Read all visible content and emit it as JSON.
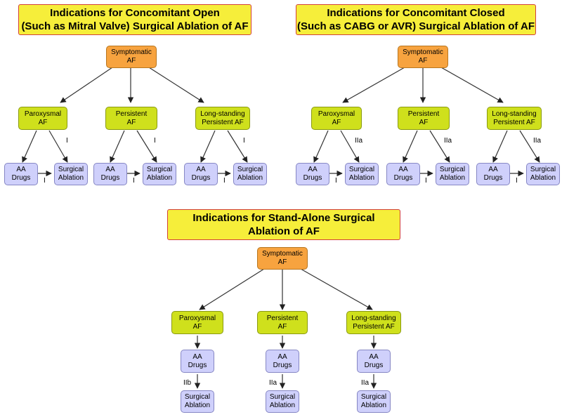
{
  "panels": [
    {
      "title": "Indications for Concomitant Open\n(Such as Mitral Valve) Surgical Ablation of AF",
      "root": "Symptomatic\nAF",
      "types": [
        "Paroxysmal\nAF",
        "Persistent\nAF",
        "Long-standing\nPersistent AF"
      ],
      "drugs": [
        "AA\nDrugs",
        "AA\nDrugs",
        "AA\nDrugs"
      ],
      "ablation": [
        "Surgical\nAblation",
        "Surgical\nAblation",
        "Surgical\nAblation"
      ],
      "direct_class": [
        "I",
        "I",
        "I"
      ],
      "after_drug_class": [
        "I",
        "I",
        "I"
      ]
    },
    {
      "title": "Indications for Concomitant Closed\n(Such as CABG or AVR) Surgical Ablation of AF",
      "root": "Symptomatic\nAF",
      "types": [
        "Paroxysmal\nAF",
        "Persistent\nAF",
        "Long-standing\nPersistent AF"
      ],
      "drugs": [
        "AA\nDrugs",
        "AA\nDrugs",
        "AA\nDrugs"
      ],
      "ablation": [
        "Surgical\nAblation",
        "Surgical\nAblation",
        "Surgical\nAblation"
      ],
      "direct_class": [
        "IIa",
        "IIa",
        "IIa"
      ],
      "after_drug_class": [
        "I",
        "I",
        "I"
      ]
    },
    {
      "title": "Indications for Stand-Alone Surgical\nAblation of AF",
      "root": "Symptomatic\nAF",
      "types": [
        "Paroxysmal\nAF",
        "Persistent\nAF",
        "Long-standing\nPersistent AF"
      ],
      "drugs": [
        "AA\nDrugs",
        "AA\nDrugs",
        "AA\nDrugs"
      ],
      "ablation": [
        "Surgical\nAblation",
        "Surgical\nAblation",
        "Surgical\nAblation"
      ],
      "after_drug_class": [
        "IIb",
        "IIa",
        "IIa"
      ]
    }
  ]
}
